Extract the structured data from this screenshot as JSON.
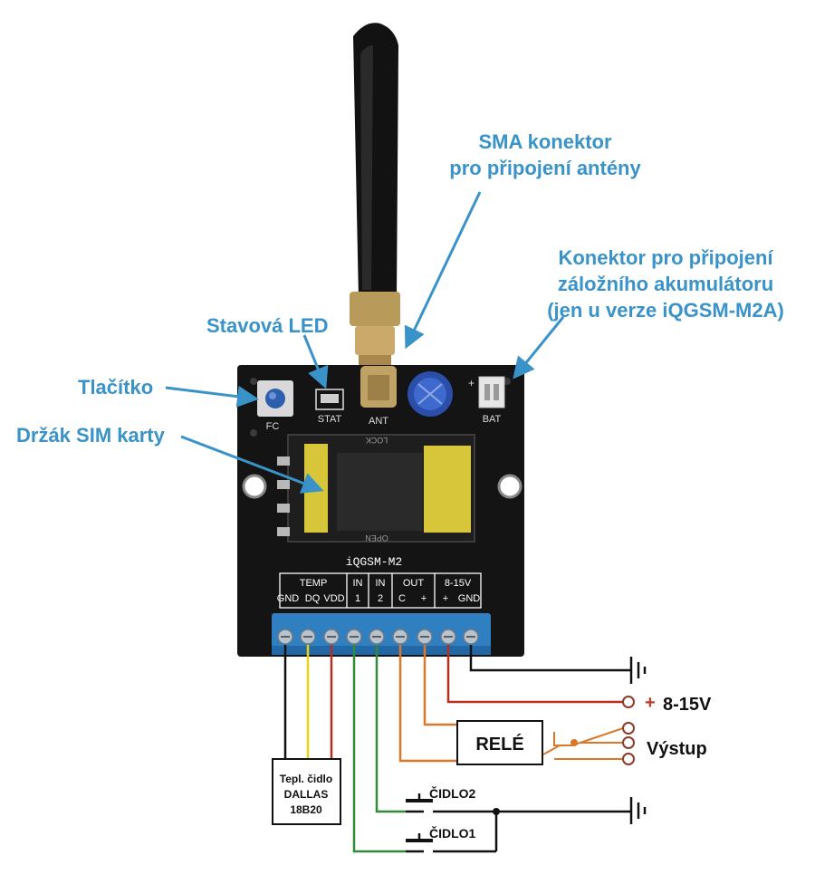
{
  "callouts": {
    "sma": [
      "SMA konektor",
      "pro připojení antény"
    ],
    "battery": [
      "Konektor pro připojení",
      "záložního akumulátoru",
      "(jen u verze iQGSM-M2A)"
    ],
    "status_led": "Stavová LED",
    "button": "Tlačítko",
    "sim_holder": "Držák SIM karty"
  },
  "board": {
    "model": "iQGSM-M2",
    "silk_fc": "FC",
    "silk_stat": "STAT",
    "silk_ant": "ANT",
    "silk_bat": "BAT",
    "silk_plus": "+",
    "sim_lock": "LOCK",
    "sim_open": "OPEN",
    "terminal_groups": [
      {
        "title": "TEMP",
        "pins": [
          "GND",
          "DQ",
          "VDD"
        ]
      },
      {
        "title": "IN",
        "pins": [
          "1"
        ]
      },
      {
        "title": "IN",
        "pins": [
          "2"
        ]
      },
      {
        "title": "OUT",
        "pins": [
          "C",
          "+"
        ]
      },
      {
        "title": "8-15V",
        "pins": [
          "+",
          "GND"
        ]
      }
    ]
  },
  "wiring": {
    "power_plus_sign": "+",
    "power_label": "8-15V",
    "relay_label": "RELÉ",
    "output_label": "Výstup",
    "sensor_label": [
      "Tepl. čidlo",
      "DALLAS",
      "18B20"
    ],
    "input2_label": "ČIDLO2",
    "input1_label": "ČIDLO1"
  },
  "colors": {
    "callout": "#3a93c8",
    "pcb": "#141414",
    "terminal_block": "#2f7fc1",
    "wire_black": "#111111",
    "wire_yellow": "#e8d21a",
    "wire_red": "#b5301f",
    "wire_green": "#2f8a3a",
    "wire_orange": "#d9782a",
    "sim_gold": "#d8c63a"
  }
}
